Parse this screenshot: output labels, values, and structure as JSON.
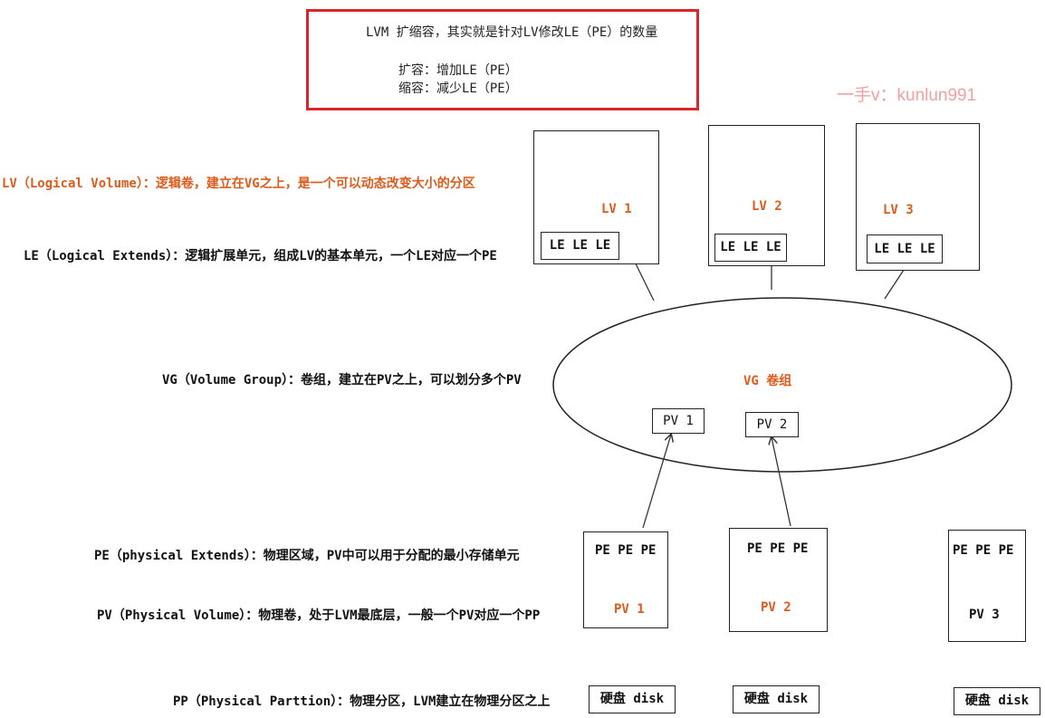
{
  "note": {
    "title": "LVM 扩缩容，其实就是针对LV修改LE（PE）的数量",
    "expand": "扩容：增加LE（PE）",
    "shrink": "缩容：减少LE（PE）"
  },
  "watermark": "一手v：kunlun991",
  "definitions": {
    "lv": "LV（Logical Volume）：逻辑卷，建立在VG之上，是一个可以动态改变大小的分区",
    "le": "LE（Logical Extends）：逻辑扩展单元，组成LV的基本单元，一个LE对应一个PE",
    "vg": "VG（Volume Group）：卷组，建立在PV之上，可以划分多个PV",
    "pe": "PE（physical Extends）：物理区域，PV中可以用于分配的最小存储单元",
    "pv": "PV（Physical Volume）：物理卷，处于LVM最底层，一般一个PV对应一个PP",
    "pp": "PP（Physical Parttion）：物理分区，LVM建立在物理分区之上"
  },
  "lvs": [
    {
      "label": "LV 1",
      "le": "LE LE LE"
    },
    {
      "label": "LV 2",
      "le": "LE LE LE"
    },
    {
      "label": "LV 3",
      "le": "LE LE LE"
    }
  ],
  "vg": {
    "label": "VG 卷组",
    "pvs": [
      "PV 1",
      "PV 2"
    ]
  },
  "pvs": [
    {
      "pe": "PE PE PE",
      "label": "PV 1"
    },
    {
      "pe": "PE PE PE",
      "label": "PV 2"
    },
    {
      "pe": "PE PE PE",
      "label": "PV 3"
    }
  ],
  "disks": [
    "硬盘 disk",
    "硬盘 disk",
    "硬盘 disk"
  ],
  "colors": {
    "accent": "#e05a19",
    "note_border": "#d8262b",
    "watermark": "#f2a0a0"
  }
}
